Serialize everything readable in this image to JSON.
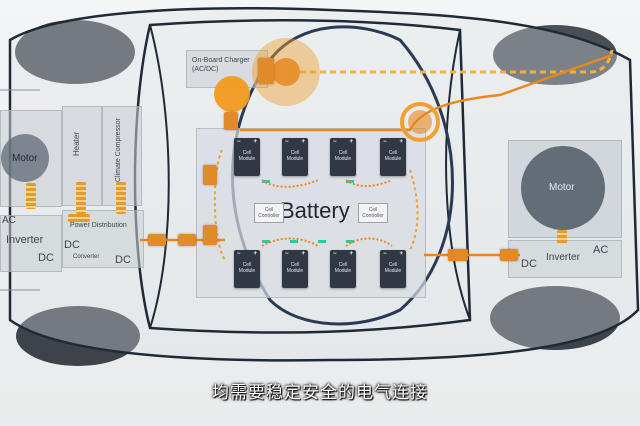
{
  "diagram": {
    "battery_label": "Battery",
    "module_label": "Cell Module",
    "controller_label": "Cell Controller",
    "onboard_charger_label": "On-Board Charger (AC/DC)",
    "heater_label": "Heater",
    "climate_compressor_label": "Climate Compressor",
    "power_distribution_label": "Power Distribution",
    "converter_label": "DC Converter",
    "converter_dc": "DC",
    "converter_small": "Converter",
    "front_motor_label": "Motor",
    "front_inverter_label": "Inverter",
    "front_inverter_ac": "AC",
    "front_inverter_dc": "DC",
    "rear_motor_label": "Motor",
    "rear_inverter_label": "Inverter",
    "rear_inverter_ac": "AC",
    "rear_inverter_dc": "DC",
    "plus_sign": "+",
    "minus_sign": "−"
  },
  "subtitle": "均需要稳定安全的电气连接",
  "colors": {
    "accent_orange": "#e8891f",
    "hv_cable": "#f0a030",
    "module_dark": "#2f3844",
    "module_terminal": "#2fc7a0"
  }
}
